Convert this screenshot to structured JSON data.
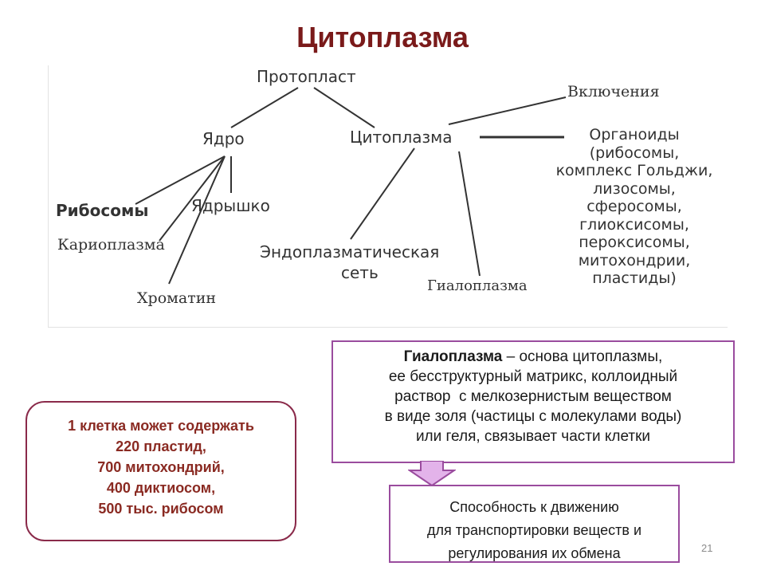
{
  "title": "Цитоплазма",
  "diagram": {
    "protoplast": "Протопласт",
    "nucleus": "Ядро",
    "cytoplasm": "Цитоплазма",
    "inclusions": "Включения",
    "ribosomes": "Рибосомы",
    "nucleolus": "Ядрышко",
    "karyoplasm": "Кариоплазма",
    "chromatin": "Хроматин",
    "er_line1": "Эндоплазматическая",
    "er_line2": "сеть",
    "hyaloplasm": "Гиалоплазма",
    "organoids": [
      "Органоиды",
      "(рибосомы,",
      "комплекс Гольджи,",
      "лизосомы,",
      "сферосомы,",
      "глиоксисомы,",
      "пероксисомы,",
      "митохондрии,",
      "пластиды)"
    ]
  },
  "hyaloplasm_box": {
    "term": "Гиалоплазма",
    "line1_rest": " – основа цитоплазмы,",
    "line2": "ее бесструктурный матрикс, коллоидный",
    "line3": "раствор  с мелкозернистым веществом",
    "line4": "в виде золя (частицы с молекулами воды)",
    "line5": "или геля, связывает части клетки"
  },
  "count_box": {
    "lines": [
      "1 клетка может содержать",
      "220 пластид,",
      "700 митохондрий,",
      "400 диктиосом,",
      " 500 тыс. рибосом"
    ]
  },
  "ability_box": {
    "lines": [
      "Способность к движению",
      "для транспортировки веществ и",
      "регулирования их обмена"
    ]
  },
  "page_number": "21",
  "colors": {
    "title": "#7a1a1a",
    "box_border": "#9a4c9e",
    "count_border": "#8a2a4a",
    "count_text": "#8a2a22",
    "arrow_fill": "#e3b3ea"
  }
}
